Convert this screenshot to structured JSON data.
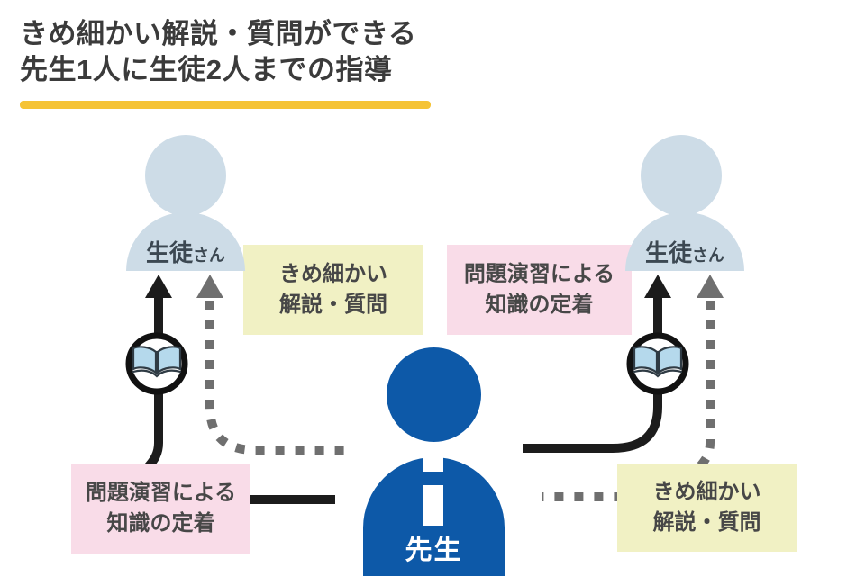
{
  "title": {
    "line1": "きめ細かい解説・質問ができる",
    "line2": "先生1人に生徒2人までの指導"
  },
  "figures": {
    "teacher": {
      "label": "先生"
    },
    "student_left": {
      "label_main": "生徒",
      "label_suffix": "さん"
    },
    "student_right": {
      "label_main": "生徒",
      "label_suffix": "さん"
    }
  },
  "boxes": {
    "mid_left_yellow": {
      "line1": "きめ細かい",
      "line2": "解説・質問"
    },
    "mid_right_pink": {
      "line1": "問題演習による",
      "line2": "知識の定着"
    },
    "bottom_left_pink": {
      "line1": "問題演習による",
      "line2": "知識の定着"
    },
    "bottom_right_yellow": {
      "line1": "きめ細かい",
      "line2": "解説・質問"
    }
  },
  "icons": {
    "book": "open-book-icon"
  },
  "colors": {
    "teacher_blue": "#0d59a8",
    "student_blue": "#cddce7",
    "yellow_box": "#f1f1c4",
    "pink_box": "#f9dce8",
    "underline": "#f5c335",
    "solid_line": "#1c1c1c",
    "dashed_line": "#6f6f6f",
    "title_text": "#3b3b3b",
    "box_text": "#474747",
    "student_text": "#3c4852",
    "teacher_text": "#ffffff",
    "book_page": "#b5d9ec"
  }
}
